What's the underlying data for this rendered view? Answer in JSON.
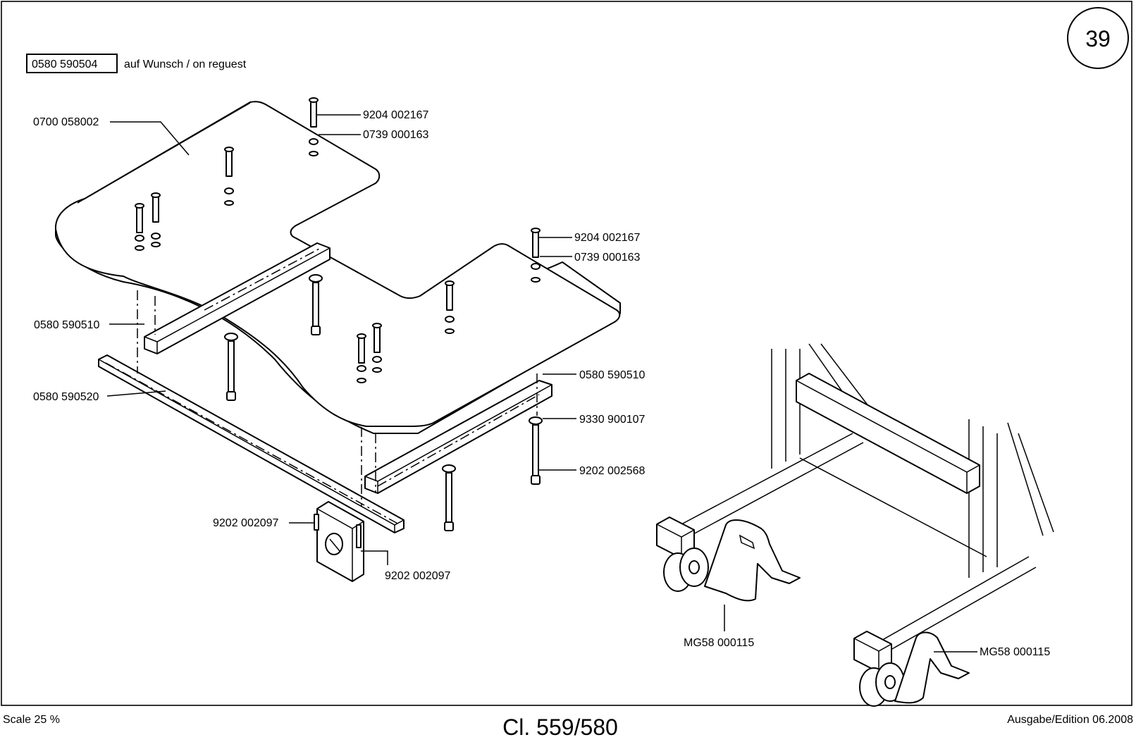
{
  "sheet": {
    "page_number": "39",
    "option_part": "0580 590504",
    "option_text": "auf Wunsch / on reguest",
    "scale": "Scale 25 %",
    "title": "Cl. 559/580",
    "edition": "Ausgabe/Edition 06.2008"
  },
  "labels": {
    "table_top": "0700 058002",
    "screw_top_1": "9204 002167",
    "washer_top_1": "0739 000163",
    "screw_top_2": "9204 002167",
    "washer_top_2": "0739 000163",
    "rail_left": "0580 590510",
    "rail_right": "0580 590510",
    "bar_long": "0580 590520",
    "washer_long_bolt": "9330 900107",
    "long_bolt": "9202 002568",
    "switch_screw_left": "9202 002097",
    "switch_screw_right": "9202 002097",
    "chock_left": "MG58 000115",
    "chock_right": "MG58 000115"
  }
}
